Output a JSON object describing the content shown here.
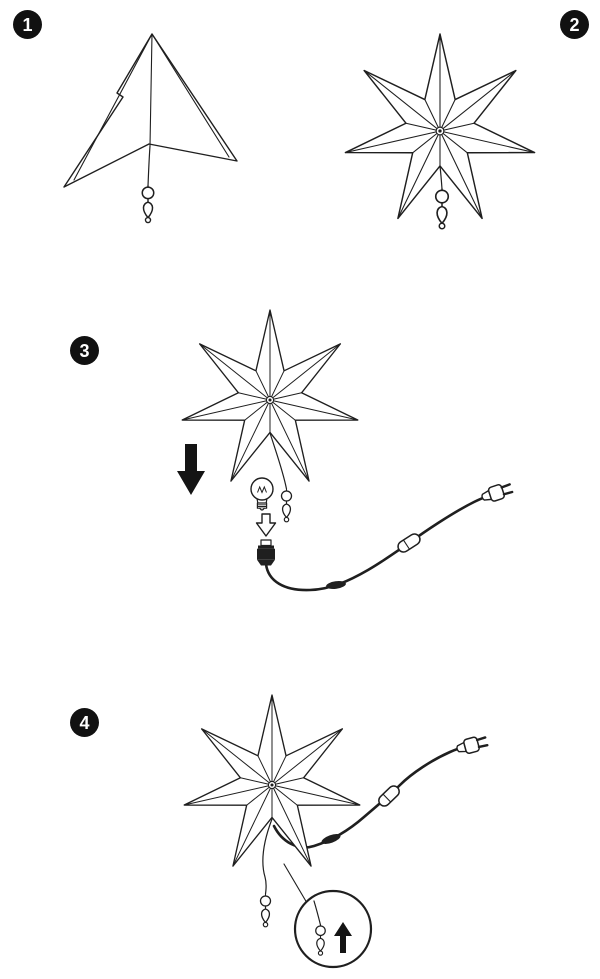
{
  "steps": [
    {
      "number": "1"
    },
    {
      "number": "2"
    },
    {
      "number": "3"
    },
    {
      "number": "4"
    }
  ],
  "colors": {
    "background": "#ffffff",
    "line_color": "#1f1f1f",
    "badge_background": "#111111",
    "badge_text": "#ffffff"
  },
  "illustrations": {
    "step1": "folded paper star with hanging tassel",
    "step2": "unfolded seven-point paper star with hanging tassel",
    "step3": "star with press-down arrow, light bulb inserted into socket, power cord with inline switch and plug",
    "step4": "assembled star lamp with cord, switch, plug, tassel and detail magnifier with push-up arrow"
  }
}
